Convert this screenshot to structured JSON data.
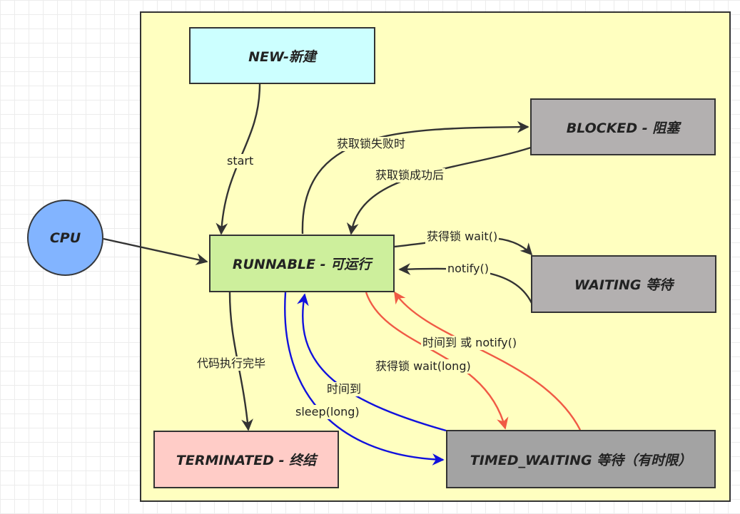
{
  "nodes": {
    "new": {
      "label": "NEW-新建",
      "fill": "#ccffff"
    },
    "blocked": {
      "label": "BLOCKED - 阻塞",
      "fill": "#b3b0b0"
    },
    "cpu": {
      "label": "CPU",
      "fill": "#82b4ff"
    },
    "runnable": {
      "label": "RUNNABLE - 可运行",
      "fill": "#cdef9c"
    },
    "waiting": {
      "label": "WAITING 等待",
      "fill": "#b3b0b0"
    },
    "terminated": {
      "label": "TERMINATED - 终结",
      "fill": "#ffccc7"
    },
    "timed_waiting": {
      "label": "TIMED_WAITING 等待（有时限）",
      "fill": "#a3a3a3"
    }
  },
  "edges": {
    "start": "start",
    "lock_fail": "获取锁失败时",
    "lock_success": "获取锁成功后",
    "wait": "获得锁 wait()",
    "notify": "notify()",
    "timeout_notify": "时间到 或 notify()",
    "wait_long": "获得锁 wait(long)",
    "timeout": "时间到",
    "sleep_long": "sleep(long)",
    "finished": "代码执行完毕"
  },
  "colors": {
    "frame_bg": "#ffffc0",
    "edge_dark": "#333333",
    "edge_red": "#f05a45",
    "edge_blue": "#1111dd"
  }
}
